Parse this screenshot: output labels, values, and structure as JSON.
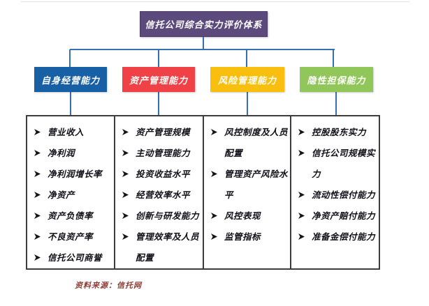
{
  "title": "信托公司综合实力评价体系",
  "source_note": "资料来源：信托网",
  "colors": {
    "title_bg": "#5b4a7b",
    "connector": "#3470b3",
    "list_border": "#3d3d3d",
    "bullet": "#141414",
    "source_text": "#8e3b36"
  },
  "branches": [
    {
      "label": "自身经营能力",
      "color": "#1760a6",
      "items": [
        "营业收入",
        "净利润",
        "净利润增长率",
        "净资产",
        "资产负债率",
        "不良资产率",
        "信托公司商誉"
      ]
    },
    {
      "label": "资产管理能力",
      "color": "#ef4146",
      "items": [
        "资产管理规模",
        "主动管理能力",
        "投资收益水平",
        "经营效率水平",
        "创新与研发能力",
        "管理效率及人员配置"
      ]
    },
    {
      "label": "风险管理能力",
      "color": "#f8bf0f",
      "items": [
        "风控制度及人员配置",
        "管理资产风险水平",
        "风控表现",
        "监管指标"
      ]
    },
    {
      "label": "隐性担保能力",
      "color": "#90c65a",
      "items": [
        "控股股东实力",
        "信托公司规模实力",
        "流动性偿付能力",
        "净资产赔付能力",
        "准备金偿付能力"
      ]
    }
  ]
}
